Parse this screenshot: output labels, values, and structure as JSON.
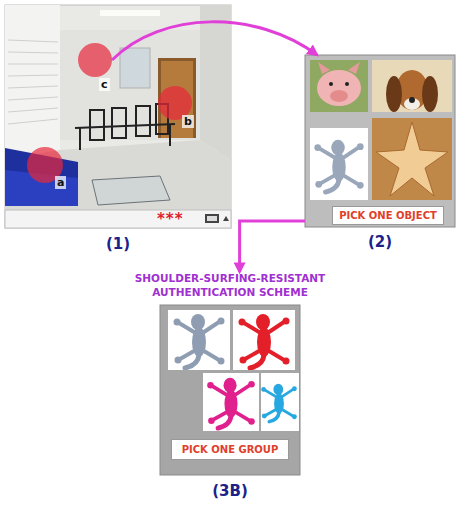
{
  "diagram": {
    "nodes": [
      {
        "text": [
          "a",
          "b",
          "c",
          "***",
          "(1)"
        ]
      },
      {
        "text": [
          "PICK ONE OBJECT",
          "(2)"
        ]
      },
      {
        "text": [
          "SHOULDER-SURFING-RESISTANT AUTHENTICATION SCHEME",
          "PICK ONE GROUP",
          "(3B)"
        ]
      }
    ],
    "edges": [
      {
        "from": 0,
        "to": 1,
        "arrow": "to"
      },
      {
        "from": 1,
        "to": 2,
        "arrow": "to"
      }
    ]
  }
}
